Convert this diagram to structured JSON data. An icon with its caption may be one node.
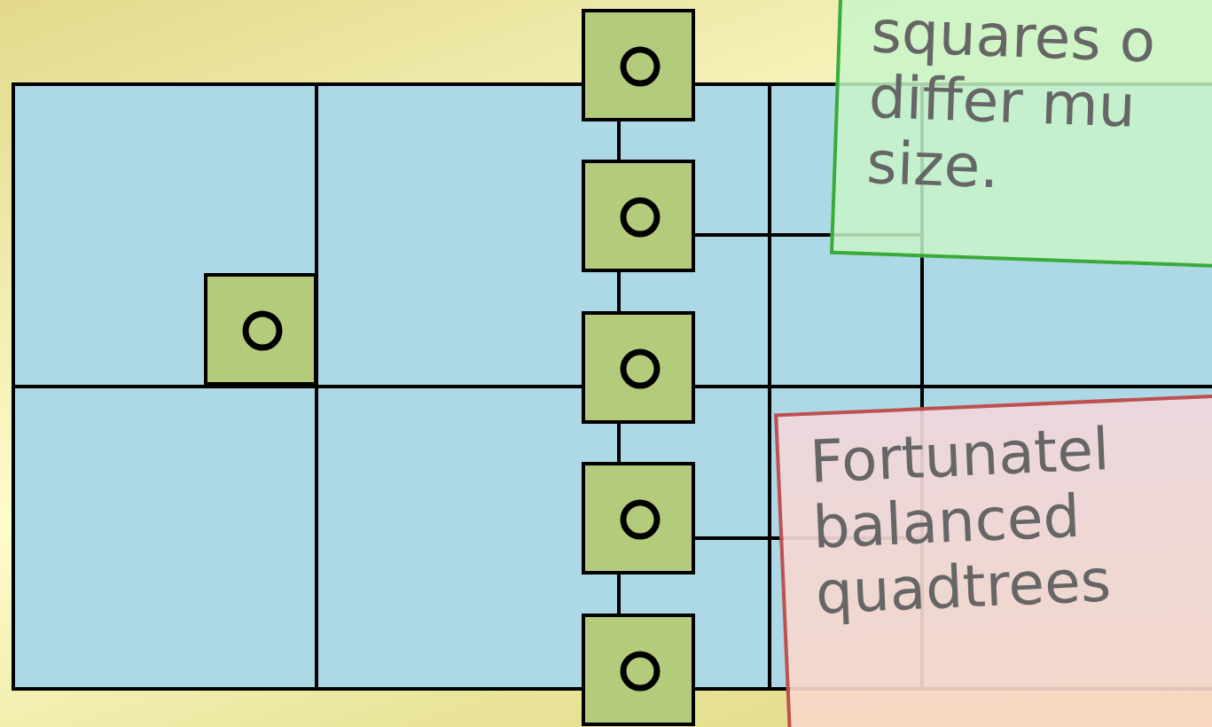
{
  "diagram": {
    "nodes": [
      {
        "text": [],
        "shape": "box"
      },
      {
        "text": [],
        "shape": "box"
      },
      {
        "text": [],
        "shape": "box"
      },
      {
        "text": [],
        "shape": "box"
      },
      {
        "text": [],
        "shape": "box"
      },
      {
        "text": [],
        "shape": "box"
      },
      {
        "text": [
          "squares o differ mu size."
        ]
      },
      {
        "text": [
          "Fortunatel balanced quadtrees"
        ]
      }
    ],
    "edges": [
      {
        "from": 1,
        "to": 2,
        "arrow": "none"
      },
      {
        "from": 2,
        "to": 3,
        "arrow": "none"
      },
      {
        "from": 3,
        "to": 4,
        "arrow": "none"
      },
      {
        "from": 4,
        "to": 5,
        "arrow": "none"
      }
    ]
  }
}
